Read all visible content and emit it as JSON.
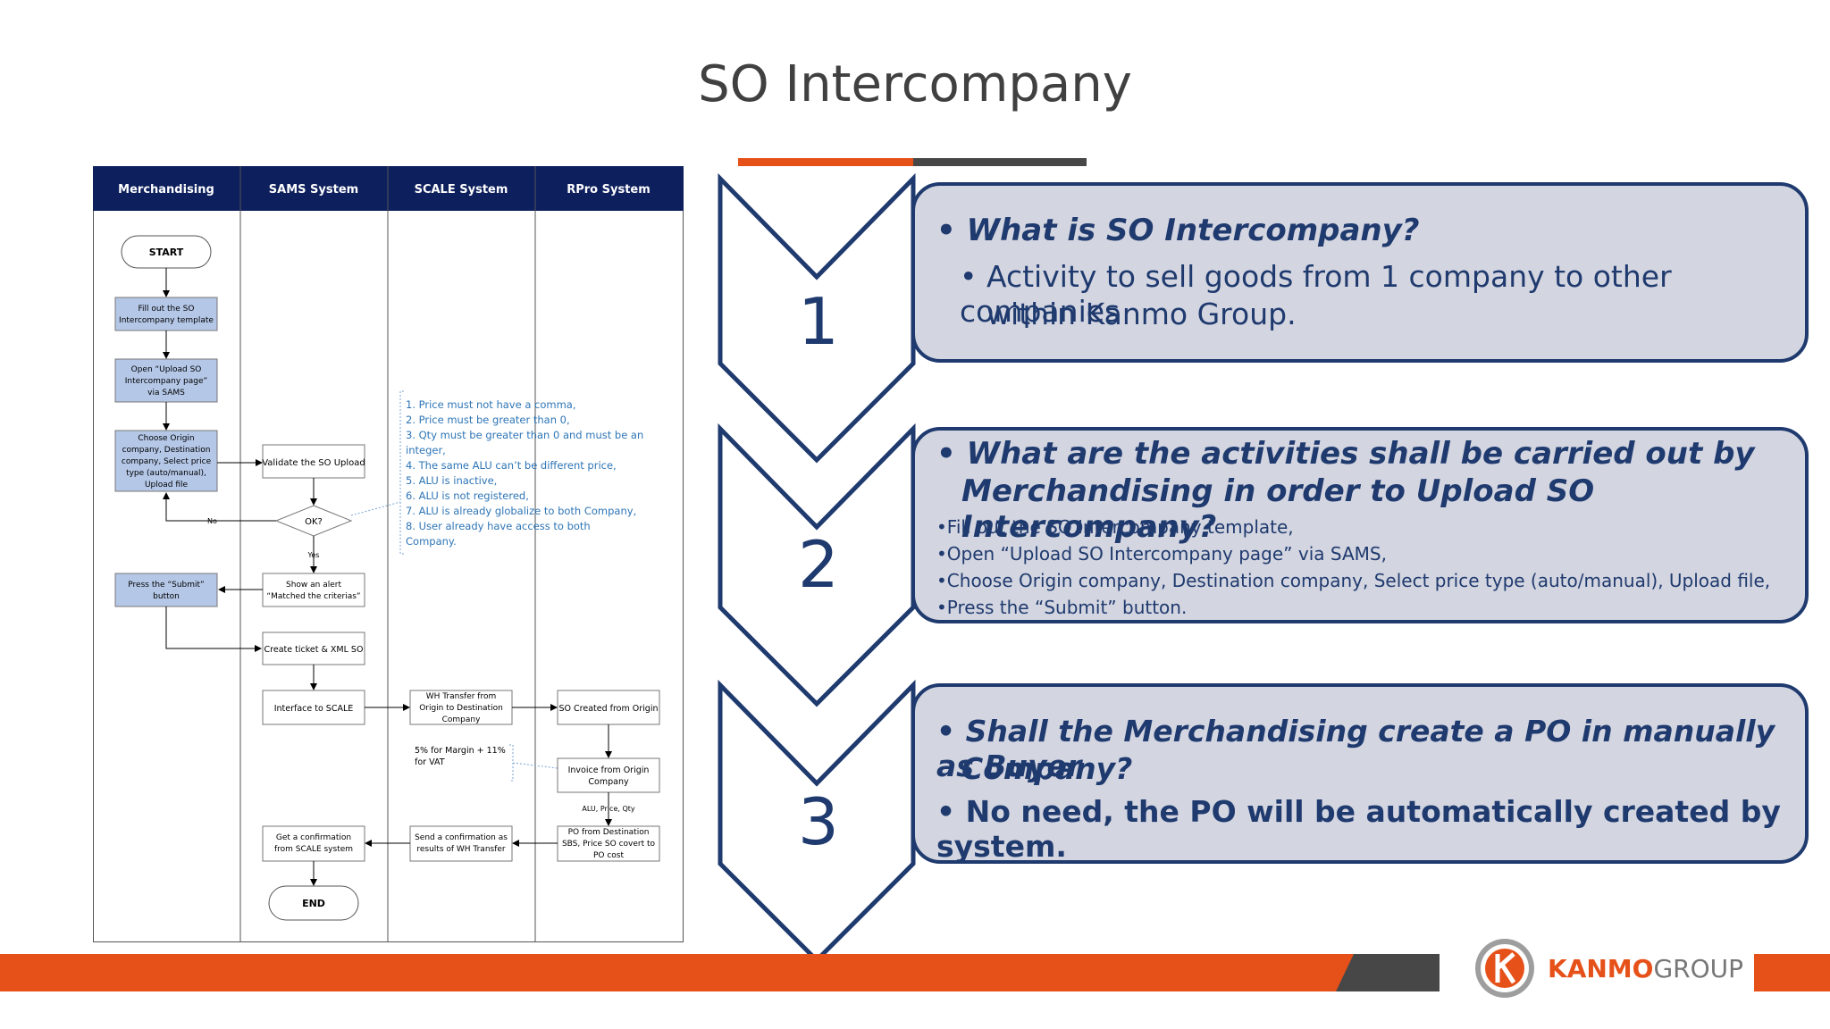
{
  "title": "SO Intercompany",
  "colors": {
    "orange": "#e6511a",
    "navy": "#1f3a6e",
    "box": "#d3d5e0",
    "flow_header": "#0d1f5c",
    "flow_step": "#b4c7e7",
    "note": "#2e75b6"
  },
  "flowchart": {
    "lanes": [
      "Merchandising",
      "SAMS System",
      "SCALE System",
      "RPro System"
    ],
    "start": "START",
    "end": "END",
    "merch_steps": [
      "Fill out the SO Intercompany template",
      "Open “Upload SO Intercompany page” via SAMS",
      "Choose Origin company, Destination company, Select price type (auto/manual), Upload file",
      "Press the “Submit” button"
    ],
    "validate": "Validate the SO Upload",
    "ok": "OK?",
    "no": "No",
    "yes": "Yes",
    "alert": "Show an alert “Matched the criterias”",
    "create_ticket": "Create ticket & XML SO",
    "interface_scale": "Interface to SCALE",
    "wh_transfer": "WH Transfer from Origin to Destination Company",
    "so_created": "SO Created from Origin",
    "margin_note": "5% for Margin + 11% for VAT",
    "invoice": "Invoice from Origin Company",
    "alu_label": "ALU, Price, Qty",
    "po_dest": "PO from Destination SBS, Price SO covert to PO cost",
    "send_conf": "Send a confirmation as results of WH Transfer",
    "get_conf": "Get a confirmation from SCALE system",
    "rules": [
      "1. Price must not have a comma,",
      "2. Price must be greater than 0,",
      "3. Qty must be greater than 0 and must be an",
      "integer,",
      "4. The same ALU can’t be different price,",
      "5. ALU is inactive,",
      "6. ALU is not registered,",
      "7. ALU is already globalize to both Company,",
      "8. User already have access to both",
      "Company."
    ]
  },
  "steps": [
    {
      "number": "1",
      "question": "What is SO Intercompany?",
      "answer_lines": [
        "Activity to sell goods from 1 company to other companies",
        "within Kanmo Group."
      ]
    },
    {
      "number": "2",
      "question_lines": [
        "What are the activities shall be carried out by",
        "Merchandising in order to Upload SO Intercompany?"
      ],
      "items": [
        "•Fill out the SO Intercompany template,",
        "•Open “Upload SO Intercompany page” via SAMS,",
        "•Choose Origin company, Destination company, Select price type (auto/manual), Upload file,",
        "•Press the “Submit” button."
      ]
    },
    {
      "number": "3",
      "question_lines": [
        "Shall the Merchandising create a PO in manually as Buyer",
        "Company?"
      ],
      "answer": "No need, the PO will be automatically created by system."
    }
  ],
  "logo": {
    "brand_bold": "KANMO",
    "brand_light": "GROUP",
    "icon": "kanmo-logo-icon"
  }
}
